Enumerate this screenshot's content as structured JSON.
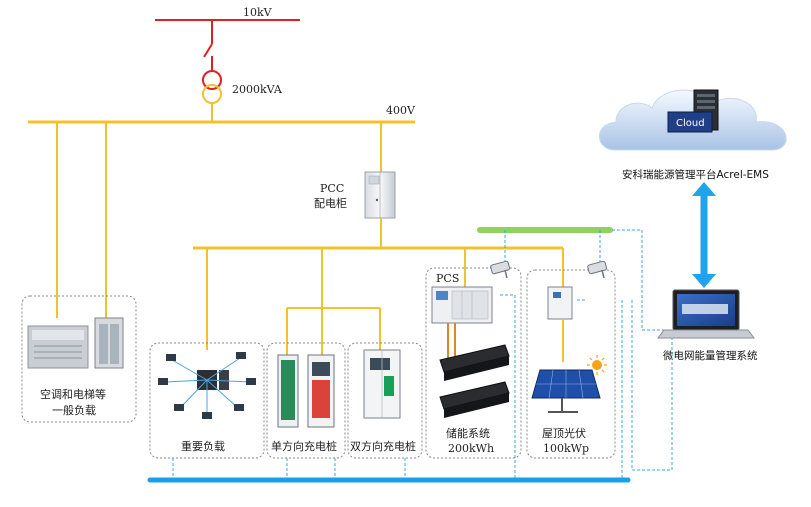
{
  "grid": {
    "hv_label": "10kV",
    "transformer_label": "2000kVA",
    "lv_label": "400V"
  },
  "pcc": {
    "label_line1": "PCC",
    "label_line2": "配电柜"
  },
  "cloud": {
    "badge": "Cloud",
    "platform_label": "安科瑞能源管理平台Acrel-EMS"
  },
  "ems": {
    "label": "微电网能量管理系统"
  },
  "loads": {
    "hvac": {
      "label_line1": "空调和电梯等",
      "label_line2": "一般负载"
    },
    "critical": {
      "label": "重要负载"
    },
    "charger_uni": {
      "label": "单方向充电桩"
    },
    "charger_bi": {
      "label": "双方向充电桩"
    },
    "storage": {
      "pcs_label": "PCS",
      "label_line1": "储能系统",
      "label_line2": "200kWh"
    },
    "pv": {
      "label_line1": "屋顶光伏",
      "label_line2": "100kWp"
    }
  },
  "colors": {
    "power_bus": "#f2c12e",
    "hv_line": "#e02020",
    "control_bus": "#8dd35f",
    "comm_line": "#2aa7e0",
    "data_bus": "#1aa0e8",
    "dashed": "#3aa8d8"
  },
  "icons": [
    "breaker-icon",
    "transformer-icon",
    "cabinet-icon",
    "cloud-icon",
    "server-icon",
    "laptop-icon",
    "camera-icon",
    "sun-icon",
    "solar-panel-icon",
    "battery-icon",
    "charger-icon",
    "hvac-unit-icon",
    "elevator-icon",
    "network-icon",
    "inverter-icon",
    "pcs-cabinet-icon"
  ]
}
